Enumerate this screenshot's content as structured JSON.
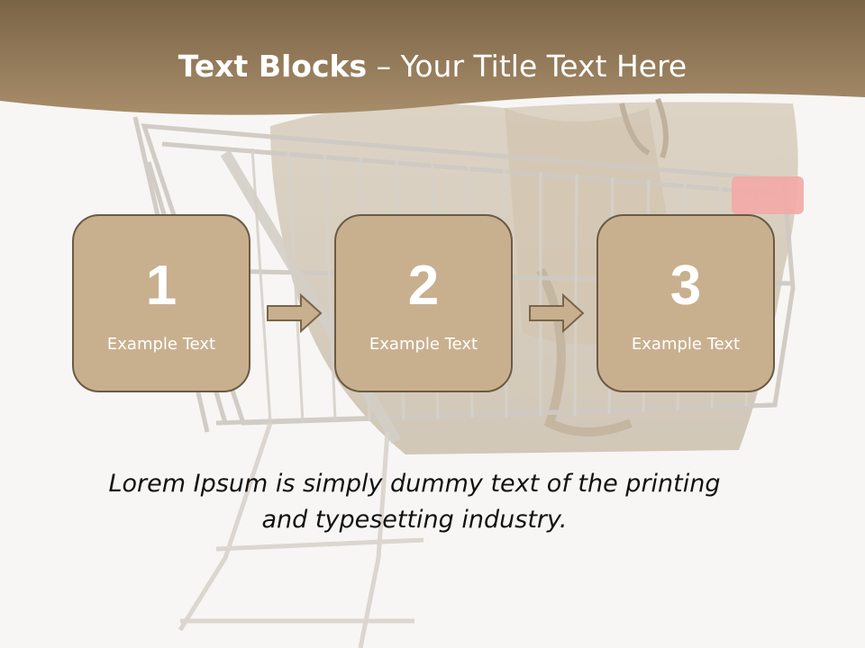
{
  "slide": {
    "title_bold": "Text Blocks",
    "title_rest": " – Your Title Text Here",
    "steps": [
      {
        "number": "1",
        "label": "Example Text"
      },
      {
        "number": "2",
        "label": "Example Text"
      },
      {
        "number": "3",
        "label": "Example Text"
      }
    ],
    "body": "Lorem Ipsum is simply dummy text of the printing and typesetting industry."
  },
  "colors": {
    "header": "#98805f",
    "box_fill": "#c8b08f",
    "box_border": "#6b5a44",
    "title_text": "#ffffff",
    "body_text": "#111111"
  },
  "icons": [
    "shopping-cart-photo",
    "arrow-right-icon"
  ]
}
